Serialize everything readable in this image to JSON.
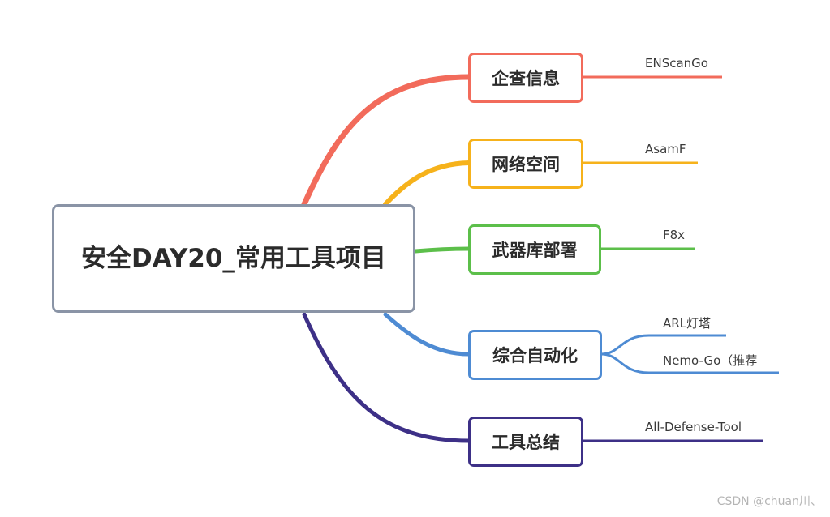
{
  "root": {
    "title": "安全DAY20_常用工具项目"
  },
  "branches": [
    {
      "label": "企查信息",
      "color": "#f26b5b",
      "leaves": [
        "ENScanGo"
      ]
    },
    {
      "label": "网络空间",
      "color": "#f6b21b",
      "leaves": [
        "AsamF"
      ]
    },
    {
      "label": "武器库部署",
      "color": "#5cbf4a",
      "leaves": [
        "F8x"
      ]
    },
    {
      "label": "综合自动化",
      "color": "#4e8bd3",
      "leaves": [
        "ARL灯塔",
        "Nemo-Go（推荐"
      ]
    },
    {
      "label": "工具总结",
      "color": "#3d3087",
      "leaves": [
        "All-Defense-Tool"
      ]
    }
  ],
  "watermark": "CSDN @chuan川、"
}
